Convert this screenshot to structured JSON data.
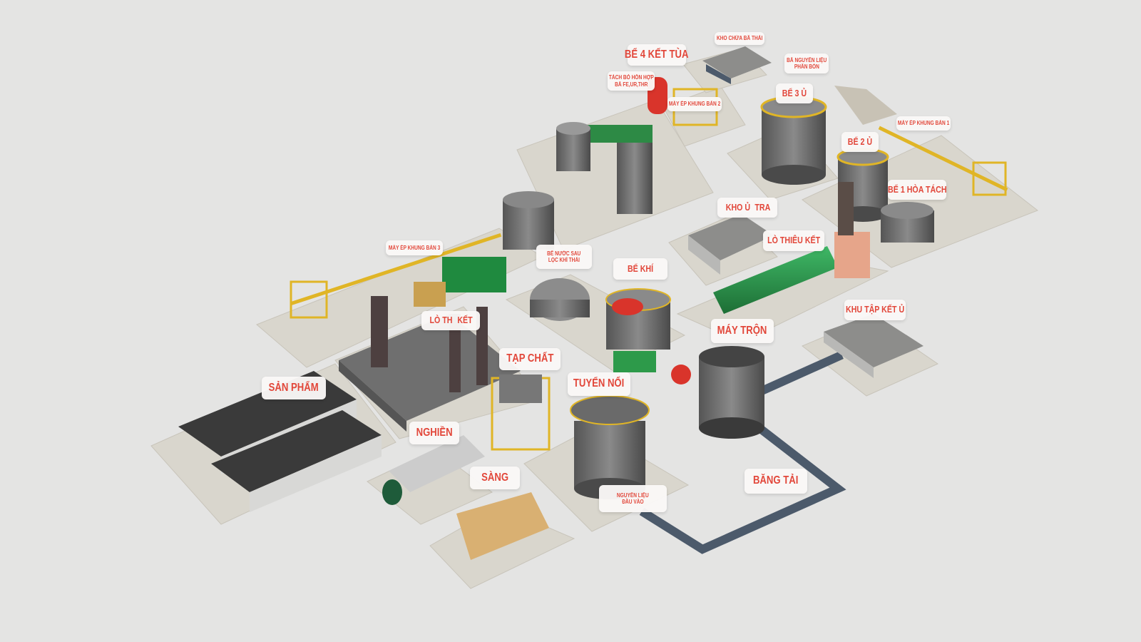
{
  "labels": {
    "be4_ket_tua": "BỂ 4 KẾT TÙA",
    "kho_chua_ba_thai": "KHO CHỨA BÃ THẢI",
    "ba_nguyen_lieu_1": "BÃ NGUYÊN LIỆU",
    "ba_nguyen_lieu_2": "PHÂN BÓN",
    "tach_bo_1": "TÁCH BỎ HỖN HỢP",
    "tach_bo_2": "BÃ FE,UR,THR",
    "may_ep_2": "MÁY ÉP KHUNG BẢN 2",
    "be3_u": "BỂ 3 Ủ",
    "may_ep_1": "MÁY ÉP KHUNG BẢN 1",
    "be2_u": "BỂ 2 Ủ",
    "be1_hoa_tach": "BỂ 1 HÒA TÁCH",
    "kho_u_a": "KHO Ủ",
    "kho_u_b": "TRA",
    "lo_thieu_ket_1": "LÒ THIÊU KẾT",
    "may_ep_3": "MÁY ÉP KHUNG BẢN 3",
    "be_nuoc_1": "BỂ NƯỚC SAU",
    "be_nuoc_2": "LỌC KHÍ THẢI",
    "be_khi": "BỂ KHÍ",
    "lo_thieu_ket_2a": "LÒ TH",
    "lo_thieu_ket_2b": "KẾT",
    "may_tron": "MÁY TRỘN",
    "khu_tap_ket_u": "KHU TẬP KẾT Ủ",
    "tap_chat": "TẠP CHẤT",
    "san_pham": "SẢN PHẨM",
    "tuyen_noi": "TUYỂN NỔI",
    "nghien": "NGHIỀN",
    "sang": "SÀNG",
    "nguyen_lieu_1": "NGUYÊN LIỆU",
    "nguyen_lieu_2": "ĐẦU VÀO",
    "bang_tai": "BĂNG TẢI"
  },
  "colors": {
    "label_text": "#e2473a",
    "background": "#e4e4e3",
    "platform": "#d8d5cc",
    "tank": "#6b6b6b",
    "structure_yellow": "#e0b526",
    "pipe_green": "#2d9a4a",
    "red_tank": "#d9342b"
  }
}
